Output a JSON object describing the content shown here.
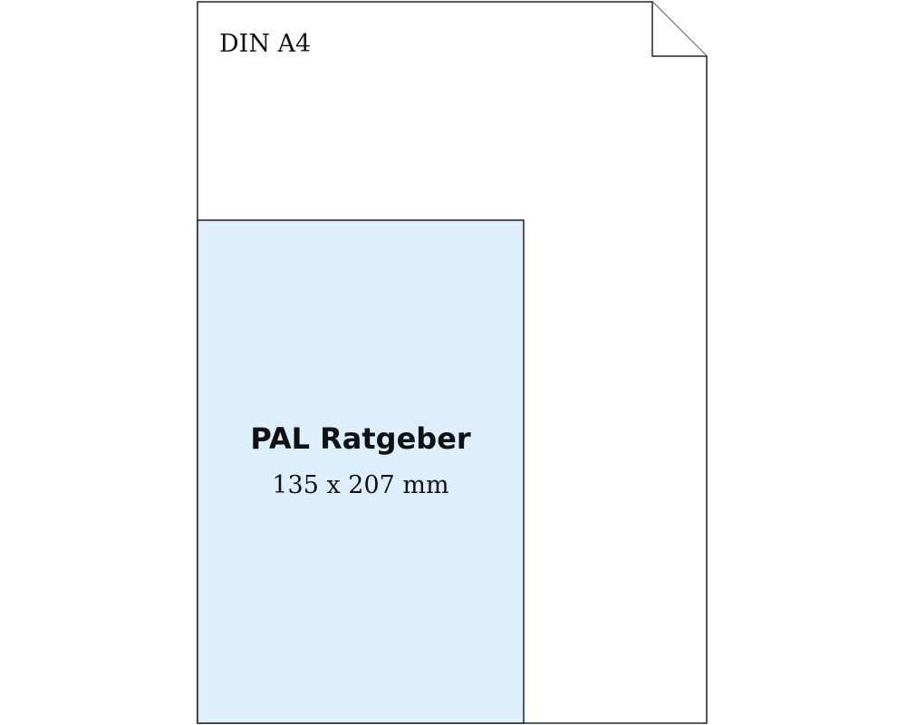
{
  "outer_sheet": {
    "label": "DIN A4",
    "fill": "#ffffff",
    "stroke": "#222222"
  },
  "inner_sheet": {
    "title": "PAL Ratgeber",
    "dimensions": "135 x 207 mm",
    "fill": "#ddeefc",
    "stroke": "#222222"
  }
}
